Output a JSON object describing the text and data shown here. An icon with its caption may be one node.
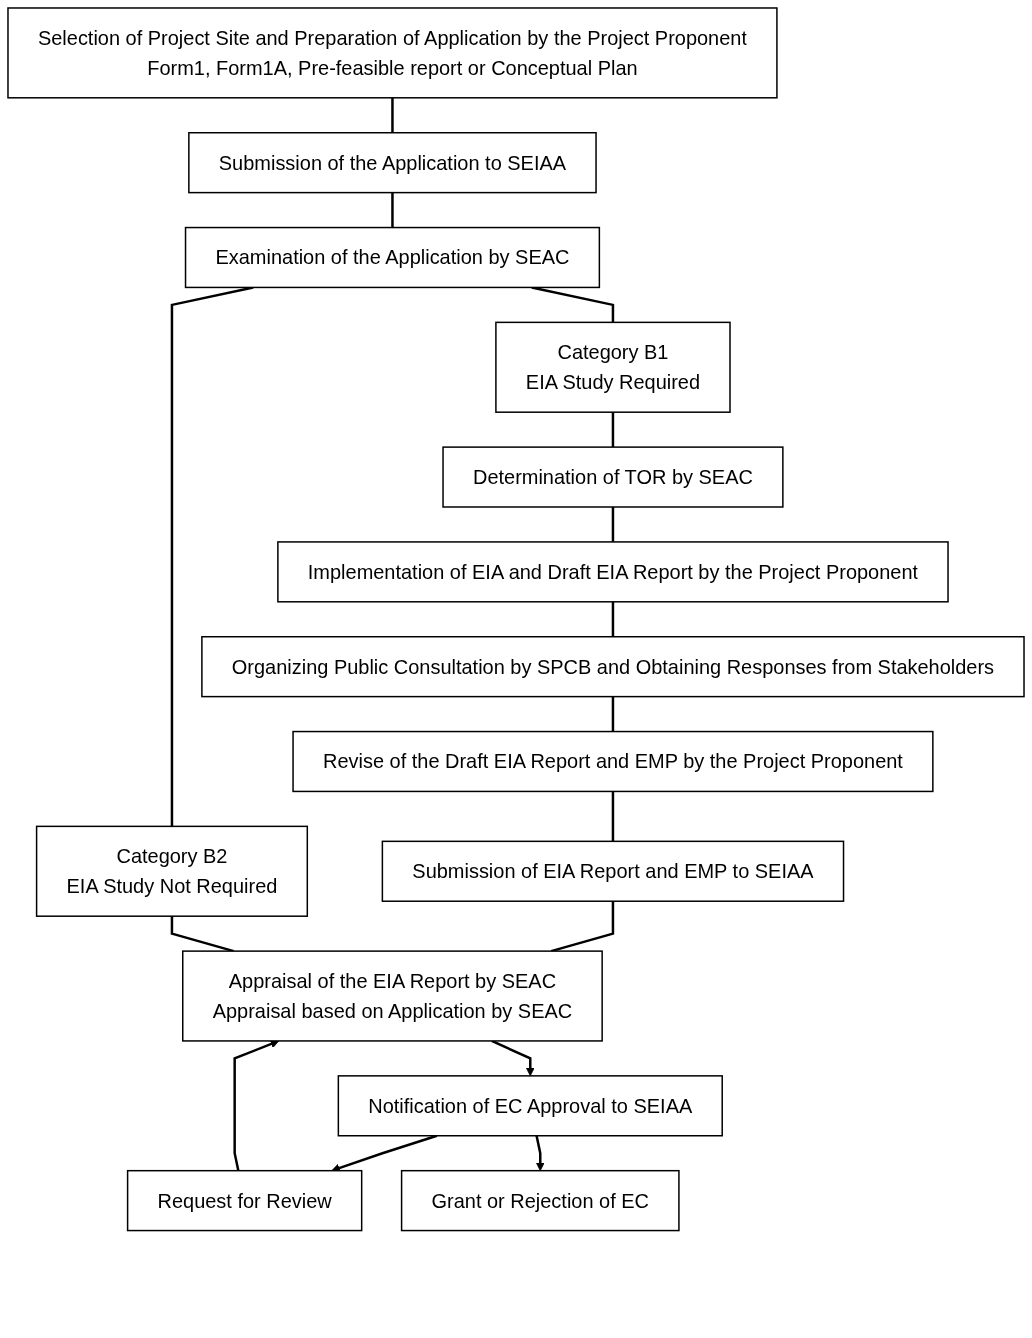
{
  "diagram": {
    "nodes": [
      {
        "text": [
          "Selection of Project Site and Preparation of Application by the Project Proponent",
          "Form1, Form1A, Pre-feasible report or Conceptual Plan"
        ]
      },
      {
        "text": [
          "Submission of the Application to SEIAA"
        ]
      },
      {
        "text": [
          "Examination of the Application by SEAC"
        ]
      },
      {
        "text": [
          "Category B1",
          "EIA Study Required"
        ]
      },
      {
        "text": [
          "Category B2",
          "EIA Study Not Required"
        ]
      },
      {
        "text": [
          "Determination of TOR by SEAC"
        ]
      },
      {
        "text": [
          "Implementation of EIA and Draft EIA Report by the Project Proponent"
        ]
      },
      {
        "text": [
          "Organizing Public Consultation by SPCB and Obtaining Responses from Stakeholders"
        ]
      },
      {
        "text": [
          "Revise of the Draft EIA Report and EMP by the Project Proponent"
        ]
      },
      {
        "text": [
          "Submission of EIA Report and EMP to SEIAA"
        ]
      },
      {
        "text": [
          "Appraisal of the EIA Report by SEAC",
          "Appraisal based on Application by SEAC"
        ]
      },
      {
        "text": [
          "Request for Review"
        ]
      },
      {
        "text": [
          "Notification of EC Approval to SEIAA"
        ]
      },
      {
        "text": [
          "Grant or Rejection of EC"
        ]
      }
    ],
    "edges": [
      {
        "from": 0,
        "to": 1,
        "arrow": "none"
      },
      {
        "from": 1,
        "to": 2,
        "arrow": "none"
      },
      {
        "from": 2,
        "to": 3,
        "arrow": "none"
      },
      {
        "from": 2,
        "to": 4,
        "arrow": "none"
      },
      {
        "from": 3,
        "to": 5,
        "arrow": "none"
      },
      {
        "from": 5,
        "to": 6,
        "arrow": "none"
      },
      {
        "from": 6,
        "to": 7,
        "arrow": "none"
      },
      {
        "from": 7,
        "to": 8,
        "arrow": "none"
      },
      {
        "from": 8,
        "to": 9,
        "arrow": "none"
      },
      {
        "from": 9,
        "to": 10,
        "arrow": "none"
      },
      {
        "from": 4,
        "to": 10,
        "arrow": "none"
      },
      {
        "from": 10,
        "to": 12,
        "arrow": "to"
      },
      {
        "from": 12,
        "to": 11,
        "arrow": "to"
      },
      {
        "from": 11,
        "to": 10,
        "arrow": "to"
      },
      {
        "from": 12,
        "to": 13,
        "arrow": "to"
      }
    ]
  }
}
